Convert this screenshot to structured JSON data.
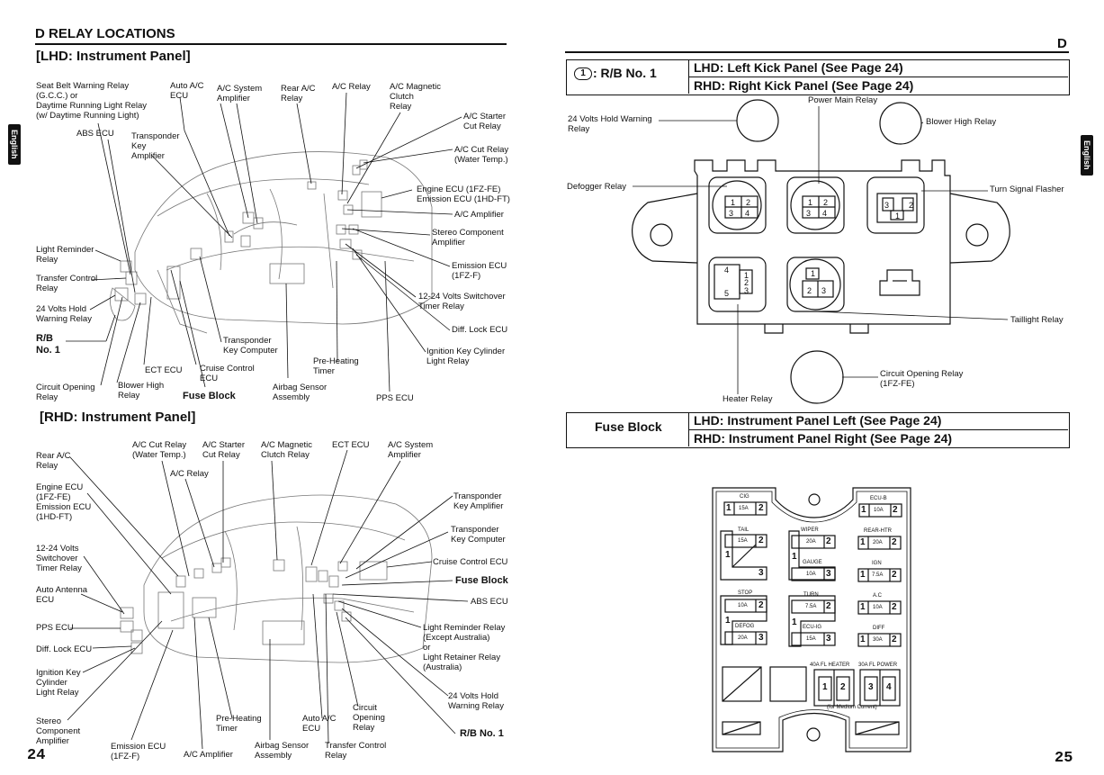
{
  "left_page": {
    "section_title": "D   RELAY LOCATIONS",
    "lhd_title": "[LHD: Instrument Panel]",
    "rhd_title": "[RHD: Instrument Panel]",
    "language_tab": "English",
    "page_number": "24",
    "lhd_labels": {
      "seat_belt": "Seat Belt Warning Relay\n(G.C.C.) or\nDaytime Running Light Relay\n(w/ Daytime Running Light)",
      "auto_ac_ecu": "Auto A/C\nECU",
      "ac_system_amp": "A/C System\nAmplifier",
      "rear_ac": "Rear A/C\nRelay",
      "ac_relay": "A/C Relay",
      "ac_magnetic": "A/C Magnetic\nClutch\nRelay",
      "ac_starter": "A/C Starter\nCut Relay",
      "ac_cut": "A/C Cut Relay\n(Water Temp.)",
      "abs_ecu": "ABS ECU",
      "transponder_amp": "Transponder\nKey\nAmplifier",
      "engine_ecu": "Engine ECU (1FZ-FE)\nEmission ECU (1HD-FT)",
      "ac_amplifier": "A/C Amplifier",
      "stereo_amp": "Stereo Component\nAmplifier",
      "light_reminder": "Light Reminder\nRelay",
      "emission_ecu": "Emission ECU\n(1FZ-F)",
      "transfer_control": "Transfer Control\nRelay",
      "switchover": "12-24 Volts Switchover\nTimer Relay",
      "hold_warning": "24 Volts Hold\nWarning Relay",
      "diff_lock": "Diff. Lock ECU",
      "rb_no1": "R/B\nNo. 1",
      "transponder_comp": "Transponder\nKey Computer",
      "ignition_key": "Ignition Key Cylinder\nLight Relay",
      "preheating": "Pre-Heating\nTimer",
      "ect_ecu": "ECT ECU",
      "cruise_control": "Cruise Control\nECU",
      "circuit_opening": "Circuit Opening\nRelay",
      "blower_high": "Blower High\nRelay",
      "fuse_block": "Fuse Block",
      "airbag": "Airbag Sensor\nAssembly",
      "pps_ecu": "PPS ECU"
    },
    "rhd_labels": {
      "ac_cut": "A/C Cut Relay\n(Water Temp.)",
      "ac_starter": "A/C Starter\nCut Relay",
      "ac_magnetic": "A/C Magnetic\nClutch Relay",
      "ect_ecu": "ECT ECU",
      "ac_system_amp": "A/C System\nAmplifier",
      "rear_ac": "Rear A/C\nRelay",
      "ac_relay": "A/C Relay",
      "engine_ecu": "Engine ECU\n(1FZ-FE)\nEmission ECU\n(1HD-FT)",
      "transponder_amp": "Transponder\nKey Amplifier",
      "transponder_comp": "Transponder\nKey Computer",
      "switchover": "12-24 Volts\nSwitchover\nTimer Relay",
      "cruise_control": "Cruise Control ECU",
      "fuse_block": "Fuse Block",
      "auto_antenna": "Auto Antenna\nECU",
      "abs_ecu": "ABS ECU",
      "pps_ecu": "PPS ECU",
      "light_reminder": "Light Reminder Relay\n(Except Australia)\nor\nLight Retainer Relay\n(Australia)",
      "diff_lock": "Diff. Lock ECU",
      "ignition_key": "Ignition Key\nCylinder\nLight Relay",
      "hold_warning": "24 Volts Hold\nWarning Relay",
      "circuit_opening": "Circuit\nOpening\nRelay",
      "stereo": "Stereo\nComponent\nAmplifier",
      "preheating": "Pre-Heating\nTimer",
      "auto_ac_ecu": "Auto A/C\nECU",
      "rb_no1": "R/B No. 1",
      "emission_ecu": "Emission ECU\n(1FZ-F)",
      "ac_amplifier": "A/C Amplifier",
      "airbag": "Airbag Sensor\nAssembly",
      "transfer_control": "Transfer Control\nRelay"
    }
  },
  "right_page": {
    "corner_letter": "D",
    "language_tab": "English",
    "page_number": "25",
    "rb_header": {
      "symbol": "1",
      "name": ": R/B No. 1",
      "lhd": "LHD:  Left Kick Panel (See Page 24)",
      "rhd": "RHD:  Right  Kick Panel (See Page 24)"
    },
    "rb_labels": {
      "power_main": "Power Main Relay",
      "hold_warning": "24 Volts Hold Warning\nRelay",
      "blower_high": "Blower High Relay",
      "defogger": "Defogger Relay",
      "turn_signal": "Turn Signal Flasher",
      "taillight": "Taillight Relay",
      "circuit_opening": "Circuit Opening Relay\n(1FZ-FE)",
      "heater": "Heater Relay"
    },
    "fuse_header": {
      "name": "Fuse Block",
      "lhd": "LHD:  Instrument Panel Left (See Page 24)",
      "rhd": "RHD:  Instrument Panel Right (See Page 24)"
    },
    "fuses": {
      "cig": "CIG",
      "cig_amp": "15A",
      "ecu_b": "ECU-B",
      "ecu_b_amp": "10A",
      "tail": "TAIL",
      "tail_amp": "15A",
      "wiper": "WIPER",
      "wiper_amp": "20A",
      "rear_htr": "REAR-HTR",
      "rear_htr_amp": "20A",
      "gauge": "GAUGE",
      "gauge_amp": "10A",
      "ign": "IGN",
      "ign_amp": "7.5A",
      "stop": "STOP",
      "stop_amp": "10A",
      "turn": "TURN",
      "turn_amp": "7.5A",
      "ac": "A.C",
      "ac_amp": "10A",
      "defog": "DEFOG",
      "defog_amp": "20A",
      "ecu_ig": "ECU-IG",
      "ecu_ig_amp": "15A",
      "diff": "DIFF",
      "diff_amp": "30A",
      "fl_heater": "40A FL HEATER",
      "fl_power": "30A FL POWER",
      "medium_current": "(for Medium Current)"
    }
  }
}
